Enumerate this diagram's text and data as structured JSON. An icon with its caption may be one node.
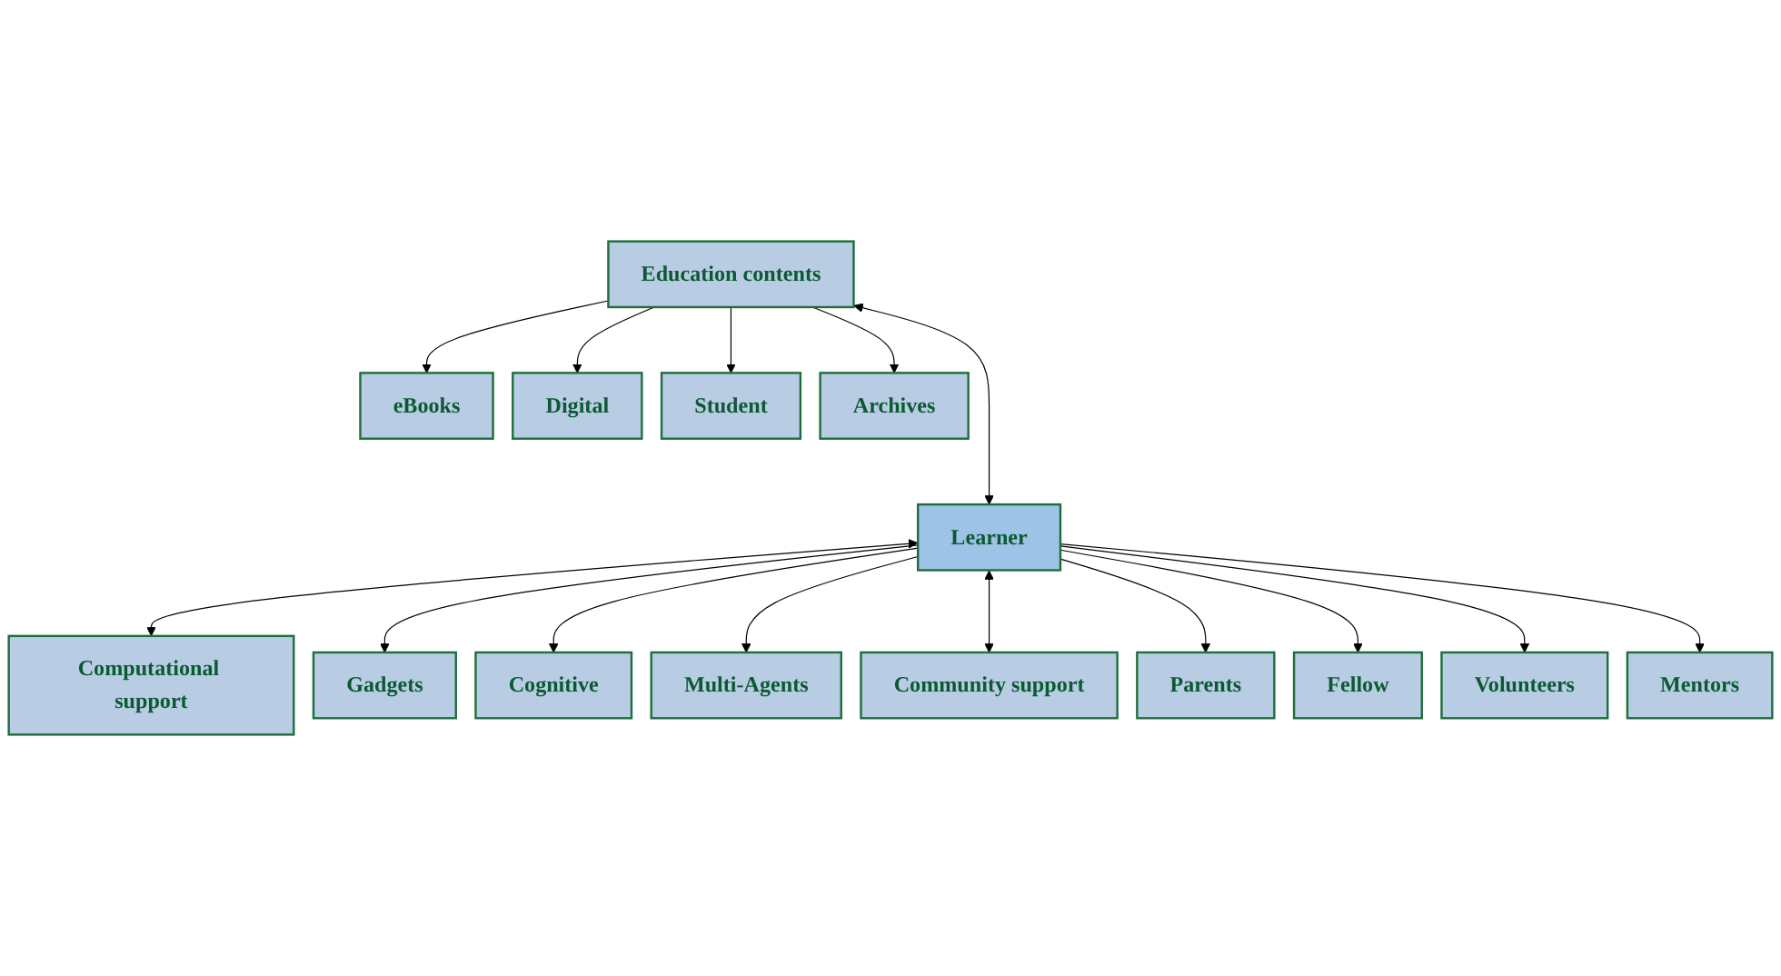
{
  "diagram": {
    "nodes": [
      {
        "text": [
          "eBooks"
        ]
      },
      {
        "text": [
          "Education contents"
        ]
      },
      {
        "text": [
          "Student"
        ]
      },
      {
        "text": [
          "Digital"
        ]
      },
      {
        "text": [
          "Archives"
        ]
      },
      {
        "text": [
          "Computational support"
        ]
      },
      {
        "text": [
          "Learner"
        ]
      },
      {
        "text": [
          "Community support"
        ]
      },
      {
        "text": [
          "Gadgets"
        ]
      },
      {
        "text": [
          "Parents"
        ]
      },
      {
        "text": [
          "Fellow"
        ]
      },
      {
        "text": [
          "Cognitive"
        ]
      },
      {
        "text": [
          "Multi-Agents"
        ]
      },
      {
        "text": [
          "Volunteers"
        ]
      },
      {
        "text": [
          "Mentors"
        ]
      }
    ],
    "edges": [
      {
        "from": 1,
        "to": 0,
        "arrow": "to"
      },
      {
        "from": 1,
        "to": 3,
        "arrow": "to"
      },
      {
        "from": 1,
        "to": 2,
        "arrow": "to"
      },
      {
        "from": 1,
        "to": 4,
        "arrow": "to"
      },
      {
        "from": 1,
        "to": 6,
        "arrow": "both"
      },
      {
        "from": 6,
        "to": 5,
        "arrow": "both"
      },
      {
        "from": 6,
        "to": 8,
        "arrow": "to"
      },
      {
        "from": 6,
        "to": 11,
        "arrow": "to"
      },
      {
        "from": 6,
        "to": 12,
        "arrow": "to"
      },
      {
        "from": 6,
        "to": 7,
        "arrow": "both"
      },
      {
        "from": 6,
        "to": 9,
        "arrow": "to"
      },
      {
        "from": 6,
        "to": 10,
        "arrow": "to"
      },
      {
        "from": 6,
        "to": 13,
        "arrow": "to"
      },
      {
        "from": 6,
        "to": 14,
        "arrow": "to"
      }
    ]
  }
}
